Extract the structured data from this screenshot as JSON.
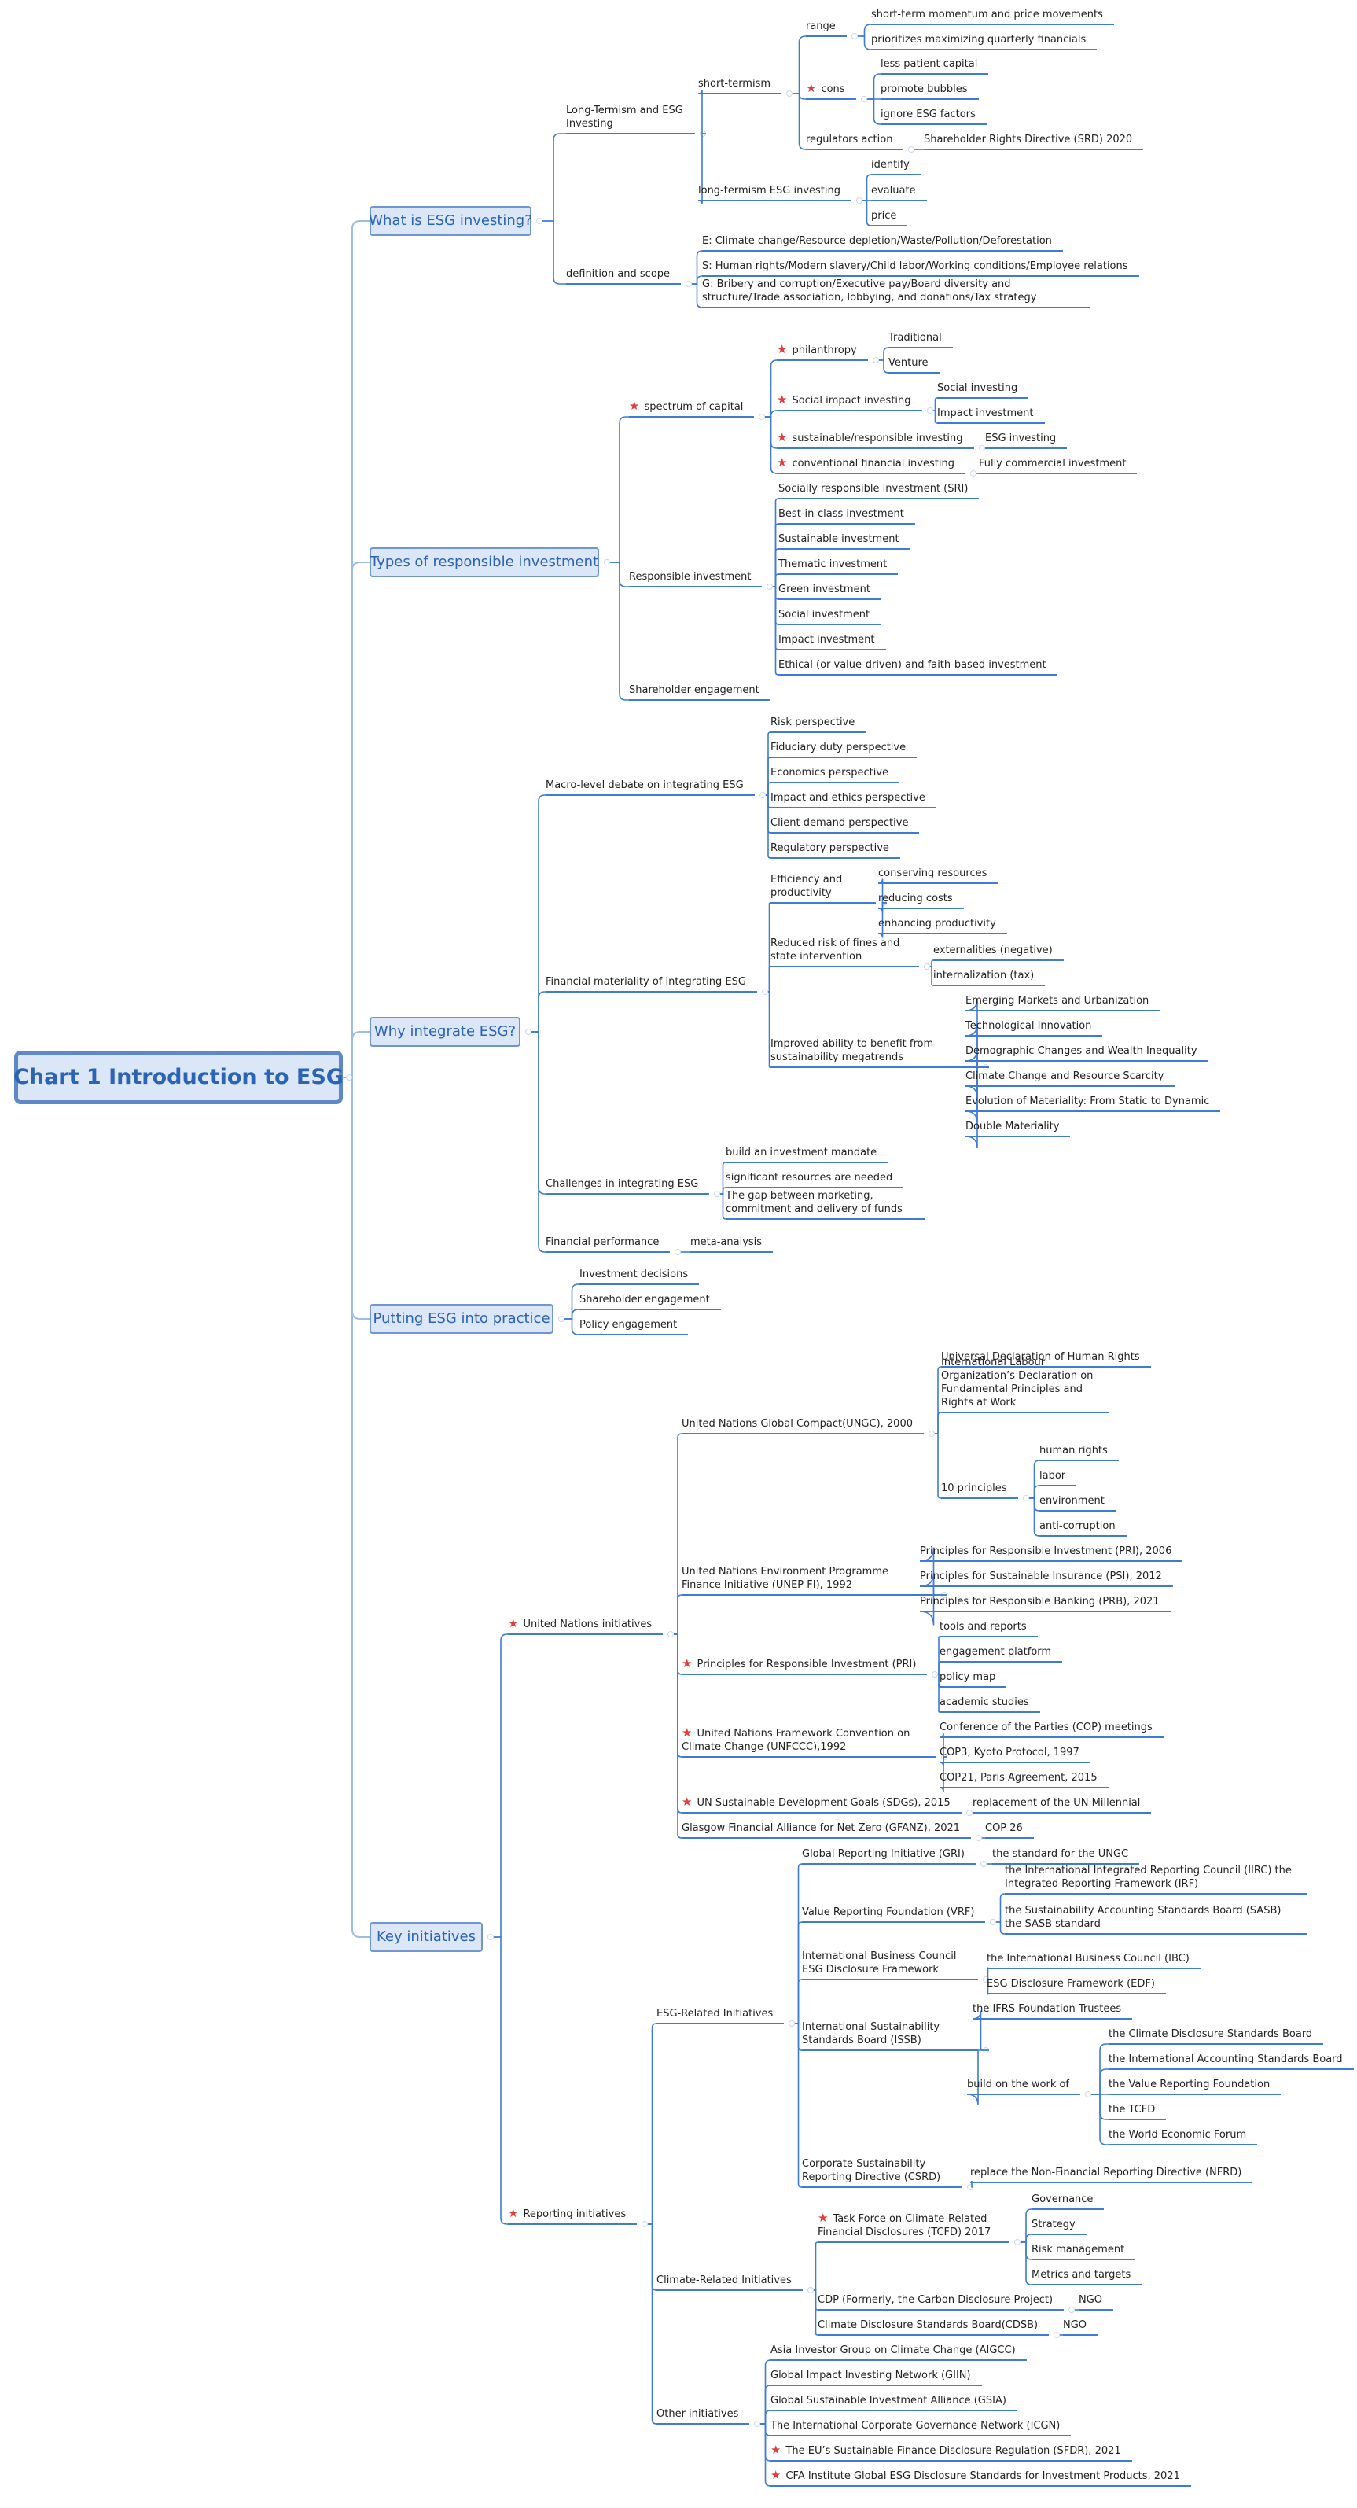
{
  "colors": {
    "line": "#3f7ad6",
    "connector": "#9cbde6",
    "accent": "#2b63b5",
    "star": "#e53b3b"
  },
  "root": {
    "label": "Chart 1 Introduction to ESG"
  },
  "branches": [
    {
      "id": "b1",
      "label": "What is ESG investing?",
      "children": [
        {
          "id": "b1a",
          "label": "Long-Termism and ESG Investing",
          "children": [
            {
              "id": "b1a1",
              "label": "short-termism",
              "children": [
                {
                  "id": "b1a1a",
                  "label": "range",
                  "children": [
                    {
                      "id": "b1a1a1",
                      "label": "short-term momentum and price movements"
                    },
                    {
                      "id": "b1a1a2",
                      "label": "prioritizes maximizing quarterly financials"
                    }
                  ]
                },
                {
                  "id": "b1a1b",
                  "label": "cons",
                  "star": true,
                  "children": [
                    {
                      "id": "b1a1b1",
                      "label": "less patient capital"
                    },
                    {
                      "id": "b1a1b2",
                      "label": "promote bubbles"
                    },
                    {
                      "id": "b1a1b3",
                      "label": "ignore ESG factors"
                    }
                  ]
                },
                {
                  "id": "b1a1c",
                  "label": "regulators action",
                  "children": [
                    {
                      "id": "b1a1c1",
                      "label": "Shareholder Rights Directive (SRD) 2020"
                    }
                  ]
                }
              ]
            },
            {
              "id": "b1a2",
              "label": "long-termism ESG investing",
              "children": [
                {
                  "id": "b1a2a",
                  "label": "identify"
                },
                {
                  "id": "b1a2b",
                  "label": "evaluate"
                },
                {
                  "id": "b1a2c",
                  "label": "price"
                }
              ]
            }
          ]
        },
        {
          "id": "b1b",
          "label": "definition and scope",
          "children": [
            {
              "id": "b1b1",
              "label": "E: Climate change/Resource depletion/Waste/Pollution/Deforestation"
            },
            {
              "id": "b1b2",
              "label": "S: Human rights/Modern slavery/Child labor/Working conditions/Employee relations"
            },
            {
              "id": "b1b3",
              "label": "G: Bribery and corruption/Executive pay/Board diversity and structure/Trade association, lobbying, and donations/Tax strategy"
            }
          ]
        }
      ]
    },
    {
      "id": "b2",
      "label": "Types of responsible investment",
      "children": [
        {
          "id": "b2a",
          "label": "spectrum of capital",
          "star": true,
          "children": [
            {
              "id": "b2a1",
              "label": "philanthropy",
              "star": true,
              "children": [
                {
                  "id": "b2a1a",
                  "label": "Traditional"
                },
                {
                  "id": "b2a1b",
                  "label": "Venture"
                }
              ]
            },
            {
              "id": "b2a2",
              "label": "Social impact investing",
              "star": true,
              "children": [
                {
                  "id": "b2a2a",
                  "label": "Social investing"
                },
                {
                  "id": "b2a2b",
                  "label": "Impact investment"
                }
              ]
            },
            {
              "id": "b2a3",
              "label": "sustainable/responsible investing",
              "star": true,
              "children": [
                {
                  "id": "b2a3a",
                  "label": "ESG investing"
                }
              ]
            },
            {
              "id": "b2a4",
              "label": "conventional financial investing",
              "star": true,
              "children": [
                {
                  "id": "b2a4a",
                  "label": "Fully commercial investment"
                }
              ]
            }
          ]
        },
        {
          "id": "b2b",
          "label": "Responsible investment",
          "children": [
            {
              "id": "b2b1",
              "label": "Socially responsible investment (SRI)"
            },
            {
              "id": "b2b2",
              "label": "Best-in-class investment"
            },
            {
              "id": "b2b3",
              "label": "Sustainable investment"
            },
            {
              "id": "b2b4",
              "label": "Thematic investment"
            },
            {
              "id": "b2b5",
              "label": "Green investment"
            },
            {
              "id": "b2b6",
              "label": "Social investment"
            },
            {
              "id": "b2b7",
              "label": "Impact investment"
            },
            {
              "id": "b2b8",
              "label": "Ethical (or value-driven) and faith-based investment"
            }
          ]
        },
        {
          "id": "b2c",
          "label": "Shareholder engagement"
        }
      ]
    },
    {
      "id": "b3",
      "label": "Why integrate ESG?",
      "children": [
        {
          "id": "b3a",
          "label": "Macro-level debate on integrating ESG",
          "children": [
            {
              "id": "b3a1",
              "label": "Risk perspective"
            },
            {
              "id": "b3a2",
              "label": "Fiduciary duty perspective"
            },
            {
              "id": "b3a3",
              "label": "Economics perspective"
            },
            {
              "id": "b3a4",
              "label": "Impact and ethics perspective"
            },
            {
              "id": "b3a5",
              "label": "Client demand perspective"
            },
            {
              "id": "b3a6",
              "label": "Regulatory perspective"
            }
          ]
        },
        {
          "id": "b3b",
          "label": "Financial materiality of integrating ESG",
          "children": [
            {
              "id": "b3b1",
              "label": "Efficiency and productivity",
              "children": [
                {
                  "id": "b3b1a",
                  "label": "conserving resources"
                },
                {
                  "id": "b3b1b",
                  "label": "reducing costs"
                },
                {
                  "id": "b3b1c",
                  "label": "enhancing productivity"
                }
              ]
            },
            {
              "id": "b3b2",
              "label": "Reduced risk of fines and state intervention",
              "children": [
                {
                  "id": "b3b2a",
                  "label": "externalities (negative)"
                },
                {
                  "id": "b3b2b",
                  "label": "internalization (tax)"
                }
              ]
            },
            {
              "id": "b3b3",
              "label": "Improved ability to benefit from sustainability megatrends",
              "children": [
                {
                  "id": "b3b3a",
                  "label": "Emerging Markets and Urbanization"
                },
                {
                  "id": "b3b3b",
                  "label": "Technological Innovation"
                },
                {
                  "id": "b3b3c",
                  "label": "Demographic Changes and Wealth Inequality"
                },
                {
                  "id": "b3b3d",
                  "label": "Climate Change and Resource Scarcity"
                },
                {
                  "id": "b3b3e",
                  "label": "Evolution of Materiality: From Static to Dynamic"
                },
                {
                  "id": "b3b3f",
                  "label": "Double Materiality"
                }
              ]
            }
          ]
        },
        {
          "id": "b3c",
          "label": "Challenges in integrating ESG",
          "children": [
            {
              "id": "b3c1",
              "label": "build an investment mandate"
            },
            {
              "id": "b3c2",
              "label": "significant resources are needed"
            },
            {
              "id": "b3c3",
              "label": "The gap between marketing, commitment and delivery of funds"
            }
          ]
        },
        {
          "id": "b3d",
          "label": "Financial performance",
          "children": [
            {
              "id": "b3d1",
              "label": "meta-analysis"
            }
          ]
        }
      ]
    },
    {
      "id": "b4",
      "label": "Putting ESG into practice",
      "children": [
        {
          "id": "b4a",
          "label": "Investment decisions"
        },
        {
          "id": "b4b",
          "label": "Shareholder engagement"
        },
        {
          "id": "b4c",
          "label": "Policy engagement"
        }
      ]
    },
    {
      "id": "b5",
      "label": "Key initiatives",
      "children": [
        {
          "id": "b5a",
          "label": "United Nations initiatives",
          "star": true,
          "children": [
            {
              "id": "b5a1",
              "label": "United Nations Global Compact(UNGC), 2000",
              "children": [
                {
                  "id": "b5a1a",
                  "label": "Universal Declaration of Human Rights"
                },
                {
                  "id": "b5a1b",
                  "label": "International Labour Organization’s Declaration on Fundamental Principles and Rights at Work"
                },
                {
                  "id": "b5a1c",
                  "label": "10 principles",
                  "children": [
                    {
                      "id": "b5a1c1",
                      "label": "human rights"
                    },
                    {
                      "id": "b5a1c2",
                      "label": "labor"
                    },
                    {
                      "id": "b5a1c3",
                      "label": "environment"
                    },
                    {
                      "id": "b5a1c4",
                      "label": "anti-corruption"
                    }
                  ]
                }
              ]
            },
            {
              "id": "b5a2",
              "label": "United Nations Environment Programme Finance Initiative (UNEP FI), 1992",
              "children": [
                {
                  "id": "b5a2a",
                  "label": "Principles for Responsible Investment (PRI), 2006"
                },
                {
                  "id": "b5a2b",
                  "label": "Principles for Sustainable Insurance (PSI), 2012"
                },
                {
                  "id": "b5a2c",
                  "label": "Principles for Responsible Banking (PRB), 2021"
                }
              ]
            },
            {
              "id": "b5a3",
              "label": "Principles for Responsible Investment (PRI)",
              "star": true,
              "children": [
                {
                  "id": "b5a3a",
                  "label": "tools and reports"
                },
                {
                  "id": "b5a3b",
                  "label": "engagement platform"
                },
                {
                  "id": "b5a3c",
                  "label": "policy map"
                },
                {
                  "id": "b5a3d",
                  "label": "academic studies"
                }
              ]
            },
            {
              "id": "b5a4",
              "label": "United Nations Framework Convention on Climate Change (UNFCCC),1992",
              "star": true,
              "children": [
                {
                  "id": "b5a4a",
                  "label": "Conference of the Parties (COP) meetings"
                },
                {
                  "id": "b5a4b",
                  "label": "COP3, Kyoto Protocol, 1997"
                },
                {
                  "id": "b5a4c",
                  "label": "COP21, Paris Agreement, 2015"
                }
              ]
            },
            {
              "id": "b5a5",
              "label": "UN Sustainable Development Goals (SDGs), 2015",
              "star": true,
              "children": [
                {
                  "id": "b5a5a",
                  "label": "replacement of the UN Millennial"
                }
              ]
            },
            {
              "id": "b5a6",
              "label": "Glasgow Financial Alliance for Net Zero (GFANZ), 2021",
              "children": [
                {
                  "id": "b5a6a",
                  "label": "COP 26"
                }
              ]
            }
          ]
        },
        {
          "id": "b5b",
          "label": "Reporting initiatives",
          "star": true,
          "children": [
            {
              "id": "b5b1",
              "label": "ESG-Related Initiatives",
              "children": [
                {
                  "id": "b5b1a",
                  "label": "Global Reporting Initiative (GRI)",
                  "children": [
                    {
                      "id": "b5b1a1",
                      "label": "the standard for the UNGC"
                    }
                  ]
                },
                {
                  "id": "b5b1b",
                  "label": "Value Reporting Foundation (VRF)",
                  "children": [
                    {
                      "id": "b5b1b1",
                      "label": "the International Integrated Reporting Council (IIRC) the Integrated Reporting Framework (IRF)"
                    },
                    {
                      "id": "b5b1b2",
                      "label": "the Sustainability Accounting Standards Board (SASB) the SASB standard"
                    }
                  ]
                },
                {
                  "id": "b5b1c",
                  "label": "International Business Council ESG Disclosure Framework",
                  "children": [
                    {
                      "id": "b5b1c1",
                      "label": "the International Business Council (IBC)"
                    },
                    {
                      "id": "b5b1c2",
                      "label": "ESG Disclosure Framework (EDF)"
                    }
                  ]
                },
                {
                  "id": "b5b1d",
                  "label": "International Sustainability Standards Board (ISSB)",
                  "children": [
                    {
                      "id": "b5b1d1",
                      "label": "the IFRS Foundation Trustees"
                    },
                    {
                      "id": "b5b1d2",
                      "label": "build on the work of",
                      "children": [
                        {
                          "id": "b5b1d2a",
                          "label": "the Climate Disclosure Standards Board"
                        },
                        {
                          "id": "b5b1d2b",
                          "label": "the International Accounting Standards Board"
                        },
                        {
                          "id": "b5b1d2c",
                          "label": "the Value Reporting Foundation"
                        },
                        {
                          "id": "b5b1d2d",
                          "label": "the TCFD"
                        },
                        {
                          "id": "b5b1d2e",
                          "label": "the World Economic Forum"
                        }
                      ]
                    }
                  ]
                },
                {
                  "id": "b5b1e",
                  "label": "Corporate Sustainability Reporting Directive (CSRD)",
                  "children": [
                    {
                      "id": "b5b1e1",
                      "label": "replace the Non-Financial Reporting Directive (NFRD)"
                    }
                  ]
                }
              ]
            },
            {
              "id": "b5b2",
              "label": "Climate-Related Initiatives",
              "children": [
                {
                  "id": "b5b2a",
                  "label": "Task Force on Climate-Related Financial Disclosures (TCFD) 2017",
                  "star": true,
                  "children": [
                    {
                      "id": "b5b2a1",
                      "label": "Governance"
                    },
                    {
                      "id": "b5b2a2",
                      "label": "Strategy"
                    },
                    {
                      "id": "b5b2a3",
                      "label": "Risk management"
                    },
                    {
                      "id": "b5b2a4",
                      "label": "Metrics and targets"
                    }
                  ]
                },
                {
                  "id": "b5b2b",
                  "label": "CDP (Formerly, the Carbon Disclosure Project)",
                  "children": [
                    {
                      "id": "b5b2b1",
                      "label": "NGO"
                    }
                  ]
                },
                {
                  "id": "b5b2c",
                  "label": "Climate Disclosure Standards Board(CDSB)",
                  "children": [
                    {
                      "id": "b5b2c1",
                      "label": "NGO"
                    }
                  ]
                }
              ]
            },
            {
              "id": "b5b3",
              "label": "Other initiatives",
              "children": [
                {
                  "id": "b5b3a",
                  "label": "Asia Investor Group on Climate Change (AIGCC)"
                },
                {
                  "id": "b5b3b",
                  "label": "Global Impact Investing Network (GIIN)"
                },
                {
                  "id": "b5b3c",
                  "label": "Global Sustainable Investment Alliance (GSIA)"
                },
                {
                  "id": "b5b3d",
                  "label": "The International Corporate Governance Network (ICGN)"
                },
                {
                  "id": "b5b3e",
                  "label": "The EU’s Sustainable Finance Disclosure Regulation (SFDR), 2021",
                  "star": true
                },
                {
                  "id": "b5b3f",
                  "label": "CFA Institute Global ESG Disclosure Standards for Investment Products, 2021",
                  "star": true
                }
              ]
            }
          ]
        }
      ]
    }
  ]
}
